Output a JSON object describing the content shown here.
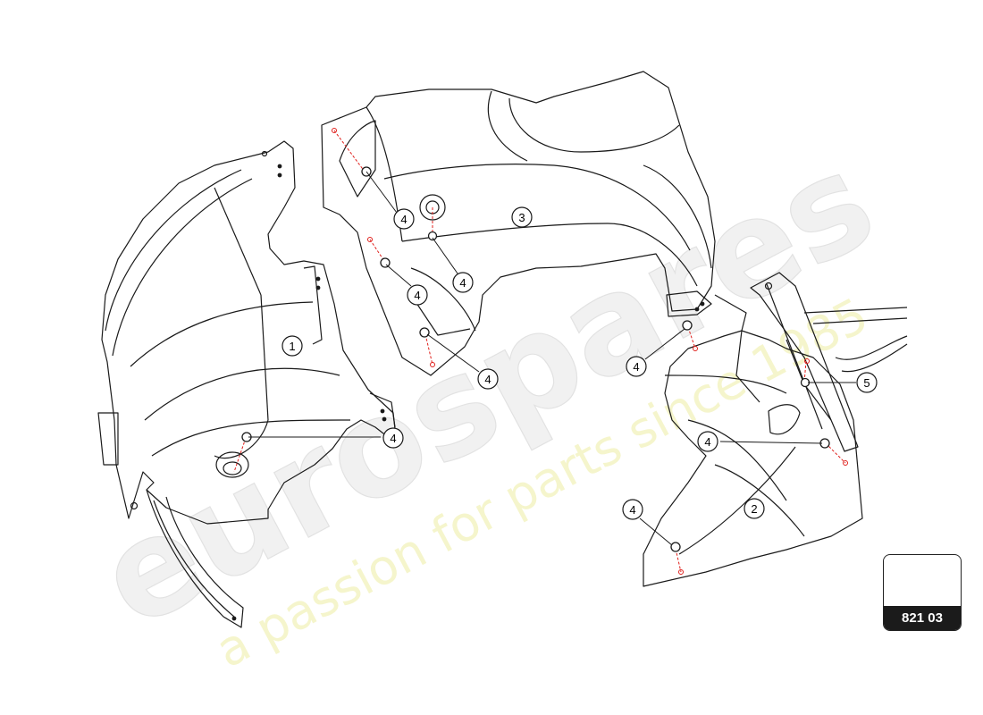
{
  "diagram": {
    "reference_code": "821 03",
    "callouts": [
      {
        "id": "c1",
        "label": "1"
      },
      {
        "id": "c2",
        "label": "2"
      },
      {
        "id": "c3",
        "label": "3"
      },
      {
        "id": "c4a",
        "label": "4"
      },
      {
        "id": "c4b",
        "label": "4"
      },
      {
        "id": "c4c",
        "label": "4"
      },
      {
        "id": "c4d",
        "label": "4"
      },
      {
        "id": "c4e",
        "label": "4"
      },
      {
        "id": "c4f",
        "label": "4"
      },
      {
        "id": "c4g",
        "label": "4"
      },
      {
        "id": "c4h",
        "label": "4"
      },
      {
        "id": "c5",
        "label": "5"
      }
    ]
  },
  "watermark": {
    "brand": "eurospares",
    "tagline": "a passion for parts since 1985"
  },
  "colors": {
    "line": "#1a1a1a",
    "fastener_axis": "#e0201c",
    "watermark_brand": "#e9e9e9",
    "watermark_tagline": "#f3f3c4",
    "ref_label_bg": "#1b1b1b"
  }
}
